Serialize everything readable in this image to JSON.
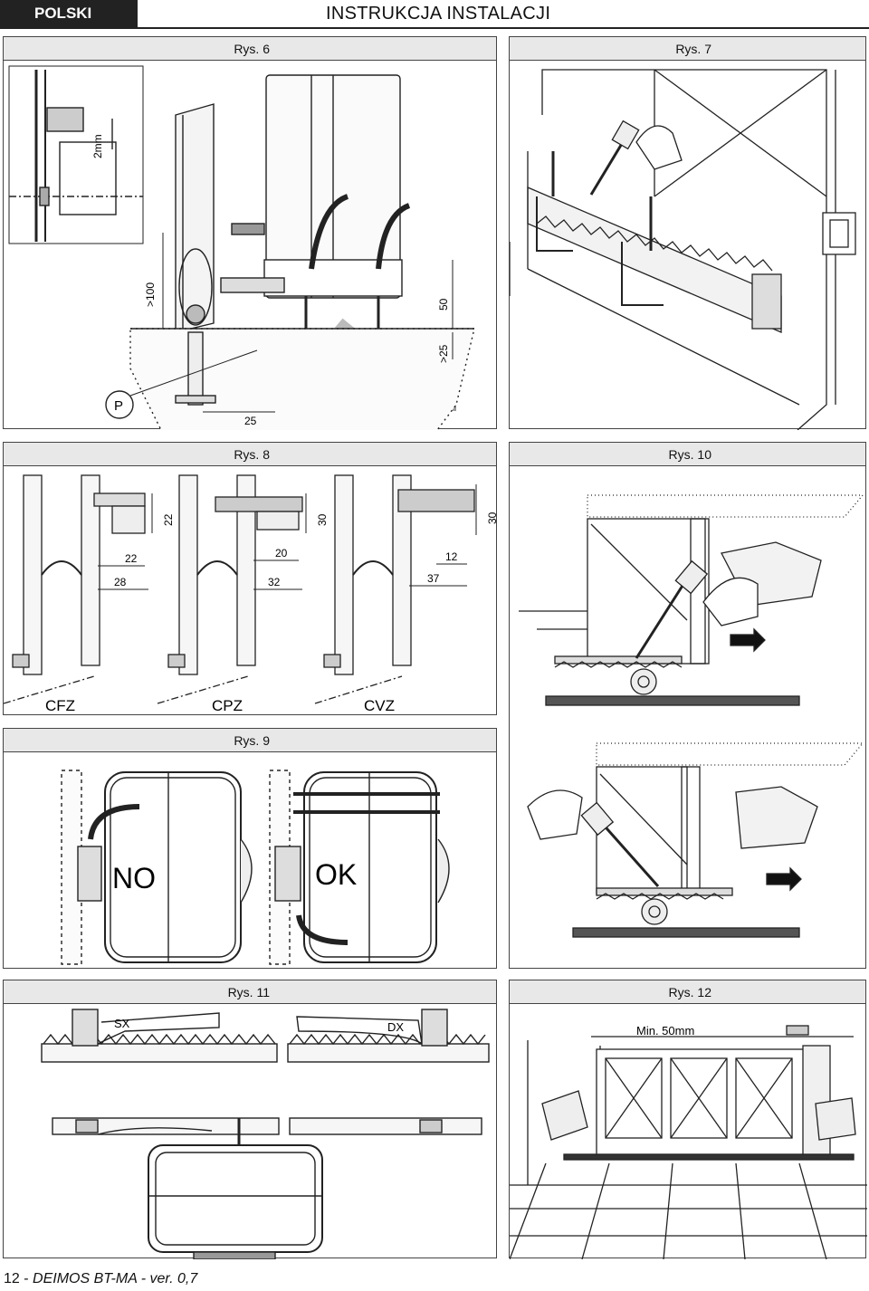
{
  "header": {
    "language": "POLSKI",
    "title": "INSTRUKCJA INSTALACJI"
  },
  "figures": {
    "rys6": {
      "caption": "Rys. 6",
      "labels": {
        "gap": "2mm",
        "height": ">100",
        "p": "P",
        "d25": "25",
        "d50": "50",
        "dgt25": ">25"
      }
    },
    "rys7": {
      "caption": "Rys. 7"
    },
    "rys8": {
      "caption": "Rys. 8",
      "dims": {
        "a22v": "22",
        "b30v": "30",
        "c30v": "30",
        "a22": "22",
        "a28": "28",
        "b20": "20",
        "b32": "32",
        "c12": "12",
        "c37": "37"
      },
      "types": [
        "CFZ",
        "CPZ",
        "CVZ"
      ]
    },
    "rys9": {
      "caption": "Rys. 9",
      "no": "NO",
      "ok": "OK"
    },
    "rys10": {
      "caption": "Rys. 10"
    },
    "rys11": {
      "caption": "Rys. 11",
      "sx": "SX",
      "dx": "DX"
    },
    "rys12": {
      "caption": "Rys. 12",
      "min": "Min. 50mm"
    }
  },
  "footer": {
    "page": "12",
    "product": "DEIMOS BT-MA - ver. 0,7"
  }
}
